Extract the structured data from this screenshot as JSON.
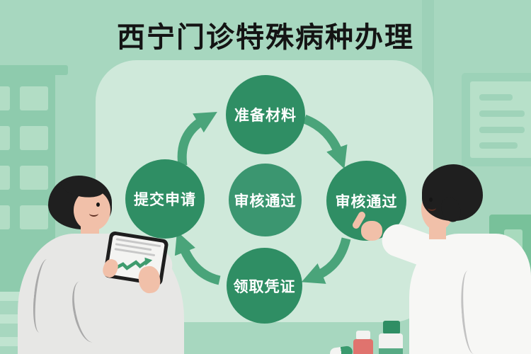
{
  "title": "西宁门诊特殊病种办理",
  "flow": {
    "steps": [
      {
        "position": "top",
        "label": "准备材料"
      },
      {
        "position": "left",
        "label": "提交申请"
      },
      {
        "position": "center",
        "label": "审核通过"
      },
      {
        "position": "right",
        "label": "审核通过"
      },
      {
        "position": "bottom",
        "label": "领取凭证"
      }
    ],
    "arrows": [
      {
        "from": "left",
        "to": "top"
      },
      {
        "from": "top",
        "to": "right"
      },
      {
        "from": "right",
        "to": "bottom"
      },
      {
        "from": "bottom",
        "to": "left"
      }
    ]
  },
  "colors": {
    "background": "#a7d7bf",
    "panel": "#cfe9da",
    "step_circle": "#2f8e64",
    "step_circle_center": "#3b9670",
    "arrow": "#4aa47a",
    "title_text": "#141414",
    "step_text": "#ffffff",
    "tablet_chart": "#3f9b6e"
  },
  "illustrations": {
    "left_person": "man-holding-tablet-with-rising-green-chart",
    "right_person": "man-pointing-at-approved-step",
    "props": [
      "hospital-building",
      "wall-poster",
      "stair-bands",
      "green-cabinet",
      "red-medicine-bottle",
      "green-medicine-bottle",
      "capsule"
    ]
  }
}
